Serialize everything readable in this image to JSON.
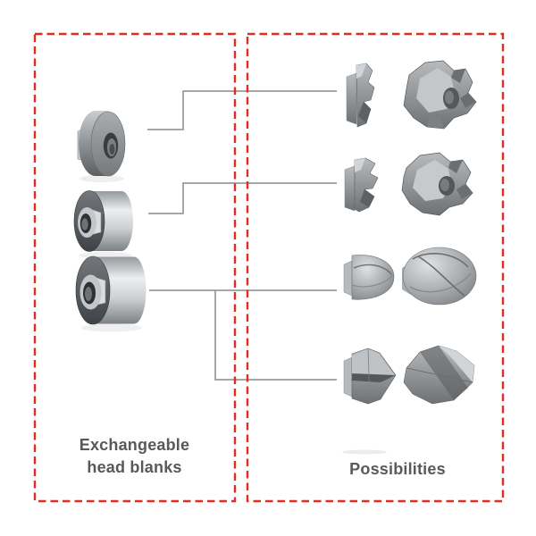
{
  "left_panel": {
    "label": {
      "line1": "Exchangeable",
      "line2": "head blanks"
    },
    "items": [
      {
        "name": "flanged-disc-head-blank"
      },
      {
        "name": "small-cylinder-head-blank"
      },
      {
        "name": "large-cylinder-head-blank"
      }
    ]
  },
  "right_panel": {
    "label": "Possibilities",
    "rows": [
      {
        "name": "serrated-side-mill-pair"
      },
      {
        "name": "roughing-end-mill-pair"
      },
      {
        "name": "ball-nose-head-pair"
      },
      {
        "name": "chamfer-head-pair"
      }
    ]
  },
  "connections": [
    {
      "from": "blank-1",
      "to": "row-1"
    },
    {
      "from": "blank-2",
      "to": "row-2"
    },
    {
      "from": "blank-3",
      "to": "row-3"
    },
    {
      "from": "blank-3",
      "to": "row-4"
    }
  ],
  "colors": {
    "border_red": "#e02d22",
    "connector_gray": "#8a8a8a",
    "label_gray": "#595959"
  }
}
